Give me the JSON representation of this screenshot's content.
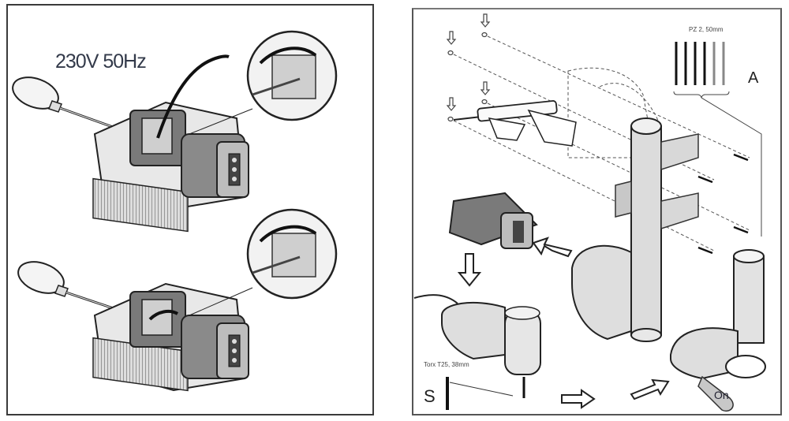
{
  "diagram": {
    "left_panel": {
      "title": "Electrical connection steps",
      "voltage_label": "230V 50Hz",
      "steps": [
        {
          "name": "connect-wires",
          "tool": "screwdriver",
          "has_detail_zoom": true
        },
        {
          "name": "secure-terminal",
          "tool": "screwdriver",
          "has_detail_zoom": true
        }
      ]
    },
    "right_panel": {
      "title": "Mounting steps",
      "screw_a_spec": "PZ 2, 50mm",
      "screw_a_label": "A",
      "screw_a_count": 6,
      "screw_s_spec": "Torx T25, 38mm",
      "screw_s_label": "S",
      "switch_label": "On",
      "drill_hole_count": 4
    },
    "colors": {
      "border": "#3a3a3a",
      "line": "#222222",
      "fill_light": "#e6e6e6",
      "fill_mid": "#b8b8b8",
      "fill_dark": "#6a6a6a"
    }
  }
}
